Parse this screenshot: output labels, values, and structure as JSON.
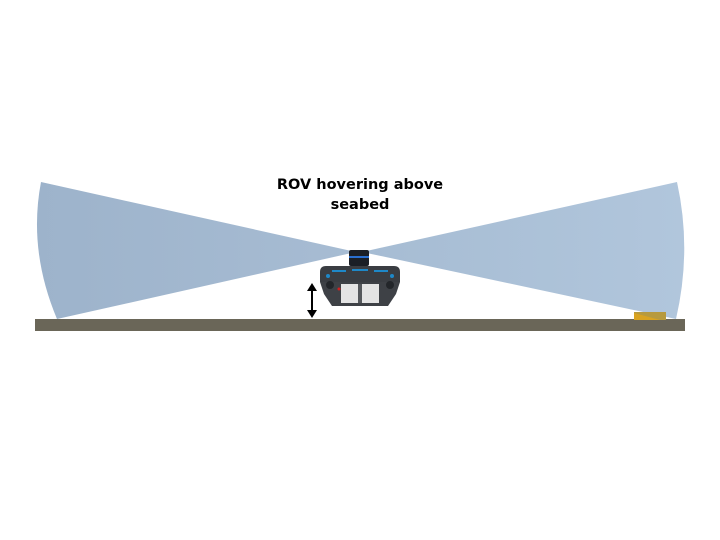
{
  "caption": {
    "line1": "ROV hovering above",
    "line2": "seabed"
  },
  "colors": {
    "beam_left": "#9fb4cc",
    "beam_right": "#abc1d8",
    "seabed": "#6a6658",
    "seabed_object": "#c8a13a",
    "rov_frame": "#3a3d42",
    "rov_accent": "#1e88c8",
    "arrow": "#000000"
  },
  "elements": {
    "left_beam": "sonar beam (left)",
    "right_beam": "sonar beam (right)",
    "rov": "ROV vehicle",
    "altitude_arrow": "vertical double arrow",
    "seabed": "seabed",
    "seabed_object": "object on seabed"
  }
}
